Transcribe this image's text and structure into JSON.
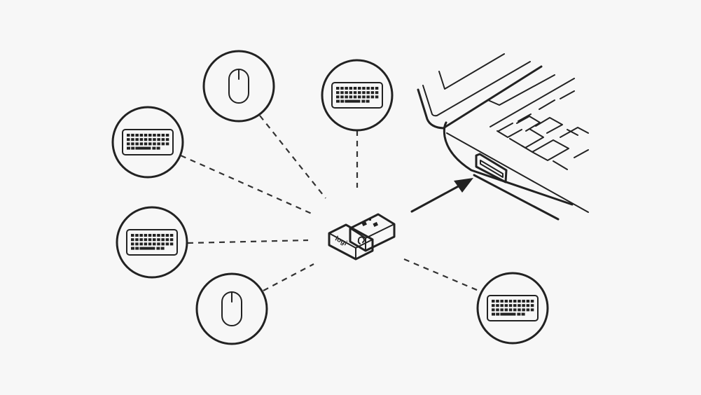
{
  "diagram": {
    "receiver": {
      "logo_text": "logi",
      "icon": "usb-receiver-icon"
    },
    "laptop": {
      "icon": "laptop-usb-port-icon"
    },
    "devices": [
      {
        "type": "keyboard",
        "icon": "keyboard-icon"
      },
      {
        "type": "mouse",
        "icon": "mouse-icon"
      },
      {
        "type": "keyboard",
        "icon": "keyboard-icon"
      },
      {
        "type": "keyboard",
        "icon": "keyboard-icon"
      },
      {
        "type": "mouse",
        "icon": "mouse-icon"
      },
      {
        "type": "keyboard",
        "icon": "keyboard-icon"
      }
    ],
    "colors": {
      "background": "#f7f7f7",
      "stroke": "#222222"
    }
  }
}
